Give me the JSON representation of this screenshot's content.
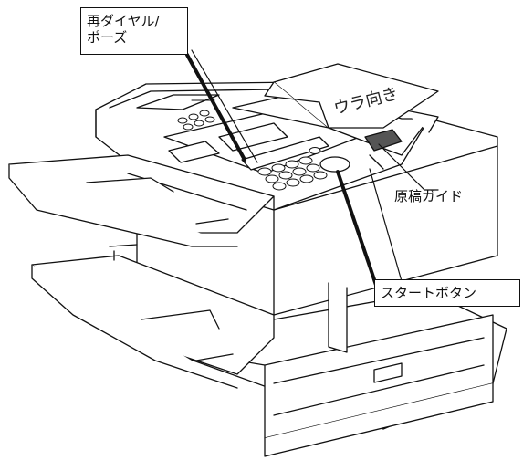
{
  "labels": {
    "redial": {
      "line1": "再ダイヤル/",
      "line2": "ポーズ"
    },
    "document_guide": "原稿ガイド",
    "start_button": "スタートボタン",
    "paper_text": "ウラ向き"
  },
  "colors": {
    "line": "#111111",
    "background": "#ffffff",
    "guide_fill": "#555555"
  }
}
